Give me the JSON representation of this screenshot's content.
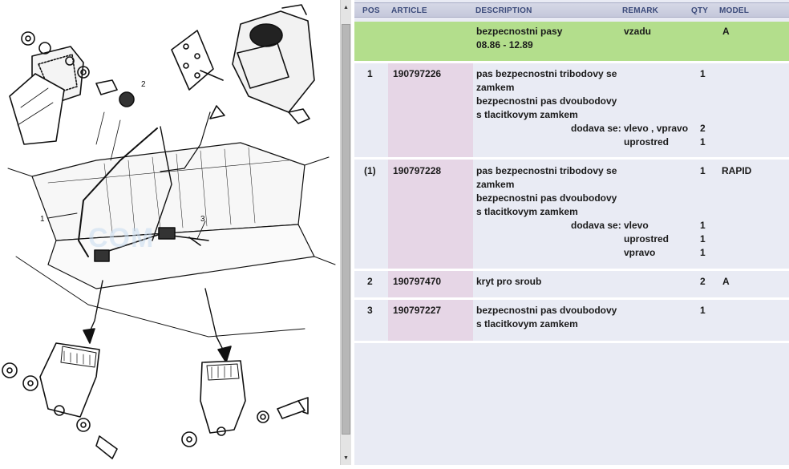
{
  "columns": [
    "POS",
    "ARTICLE",
    "DESCRIPTION",
    "REMARK",
    "QTY",
    "MODEL"
  ],
  "group_row": {
    "description": [
      "bezpecnostni pasy",
      "08.86 - 12.89"
    ],
    "remark": "vzadu",
    "model": "A"
  },
  "rows": [
    {
      "pos": "1",
      "article": "190797226",
      "desc": [
        "pas bezpecnostni tribodovy se",
        "zamkem",
        "bezpecnostni pas dvoubodovy",
        "s tlacitkovym zamkem"
      ],
      "qty": "1",
      "model": "",
      "supply_label": "dodava se:",
      "supply": [
        {
          "remark": "vlevo , vpravo",
          "qty": "2"
        },
        {
          "remark": "uprostred",
          "qty": "1"
        }
      ]
    },
    {
      "pos": "(1)",
      "article": "190797228",
      "desc": [
        "pas bezpecnostni tribodovy se",
        "zamkem",
        "bezpecnostni pas dvoubodovy",
        "s tlacitkovym zamkem"
      ],
      "qty": "1",
      "model": "RAPID",
      "supply_label": "dodava se:",
      "supply": [
        {
          "remark": "vlevo",
          "qty": "1"
        },
        {
          "remark": "uprostred",
          "qty": "1"
        },
        {
          "remark": "vpravo",
          "qty": "1"
        }
      ]
    },
    {
      "pos": "2",
      "article": "190797470",
      "desc": [
        "kryt pro sroub"
      ],
      "qty": "2",
      "model": "A"
    },
    {
      "pos": "3",
      "article": "190797227",
      "desc": [
        "bezpecnostni pas dvoubodovy",
        "s tlacitkovym zamkem"
      ],
      "qty": "1",
      "model": ""
    }
  ],
  "diagram": {
    "callouts": [
      "1",
      "2",
      "3"
    ],
    "watermark": "COM"
  },
  "colors": {
    "header_text": "#3b4a7a",
    "group_row_bg": "#b3de8c",
    "article_bg": "#e6d6e6",
    "row_bg": "#e9ebf4"
  }
}
